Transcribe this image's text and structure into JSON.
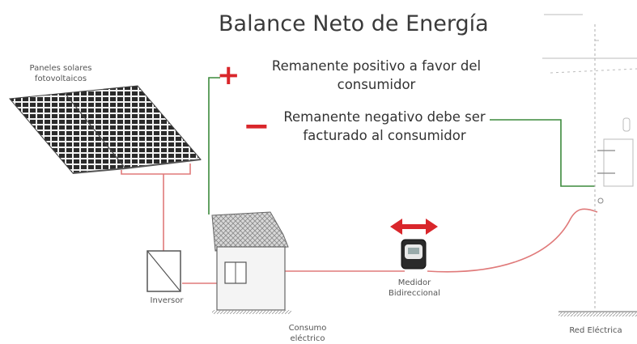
{
  "title": "Balance Neto de Energía",
  "notes": {
    "plus_symbol": "+",
    "minus_symbol": "−",
    "positive_line1": "Remanente positivo a favor del",
    "positive_line2": "consumidor",
    "negative_line1": "Remanente negativo debe ser",
    "negative_line2": "facturado al consumidor"
  },
  "components": {
    "panels_line1": "Paneles solares",
    "panels_line2": "fotovoltaicos",
    "inverter": "Inversor",
    "meter_line1": "Medidor",
    "meter_line2": "Bidireccional",
    "consumption_line1": "Consumo",
    "consumption_line2": "eléctrico",
    "grid": "Red Eléctrica"
  },
  "colors": {
    "wire_red": "#e07a7a",
    "wire_green": "#3c8a3c",
    "plus_red": "#d9262b",
    "minus_red": "#d9262b",
    "arrow_red": "#d9262b",
    "panel_dark": "#2d2d2d"
  }
}
